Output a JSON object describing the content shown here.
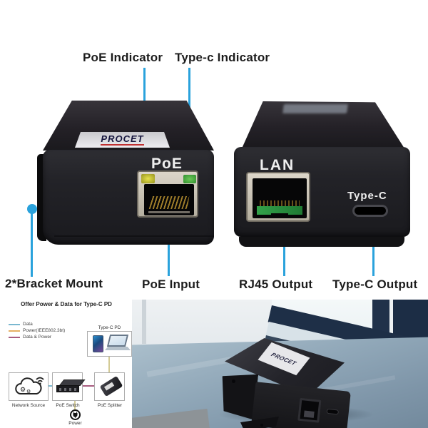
{
  "callouts": {
    "poe_indicator": "PoE Indicator",
    "typec_indicator": "Type-c Indicator",
    "bracket_mount": "2*Bracket Mount",
    "poe_input": "PoE Input",
    "rj45_output": "RJ45 Output",
    "typec_output": "Type-C Output"
  },
  "left_device": {
    "brand": "PROCET",
    "port_label": "PoE"
  },
  "right_device": {
    "lan_label": "LAN",
    "typec_label": "Type-C"
  },
  "diagram": {
    "title": "Offer Power & Data for Type-C PD",
    "legend": [
      {
        "label": "Data",
        "color": "#7ab8d0"
      },
      {
        "label": "Power(IEEE802.3bt)",
        "color": "#e6af63"
      },
      {
        "label": "Data & Power",
        "color": "#a85c80"
      }
    ],
    "nodes": {
      "typec_pd": "Type-C PD",
      "network_source": "Network Source",
      "poe_switch": "PoE Switch",
      "poe_splitter": "PoE Splitter",
      "power": "Power"
    },
    "wire_colors": {
      "data": "#7ab8d0",
      "power": "#d4cb96",
      "data_power": "#a85c80"
    }
  },
  "photo": {
    "device_brand": "PROCET"
  },
  "colors": {
    "callout_blue": "#2aa2dc",
    "led_yellow": "#c9c433",
    "led_green": "#46a83e",
    "device_black": "#1e1e21"
  },
  "icons": {
    "network_source": "cloud-gears-wifi-icon",
    "poe_switch": "network-switch-icon",
    "poe_splitter": "splitter-device-icon",
    "power": "power-plug-icon",
    "typec_pd": "phone-and-laptop-icon"
  }
}
